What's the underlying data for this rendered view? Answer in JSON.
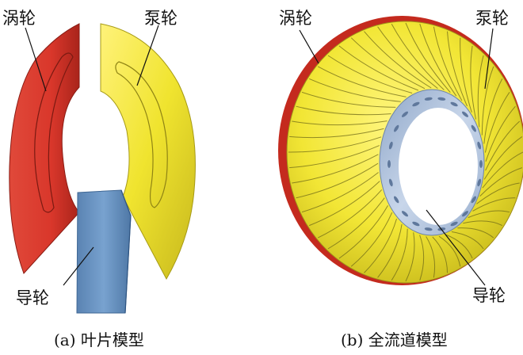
{
  "labels": {
    "turbine": "涡轮",
    "pump": "泵轮",
    "stator": "导轮"
  },
  "captions": {
    "a": "(a) 叶片模型",
    "b": "(b) 全流道模型"
  },
  "colors": {
    "turbine": "#d9372b",
    "pump": "#f0e42f",
    "stator": "#6c97c6",
    "inner": "#b7c8e0"
  }
}
